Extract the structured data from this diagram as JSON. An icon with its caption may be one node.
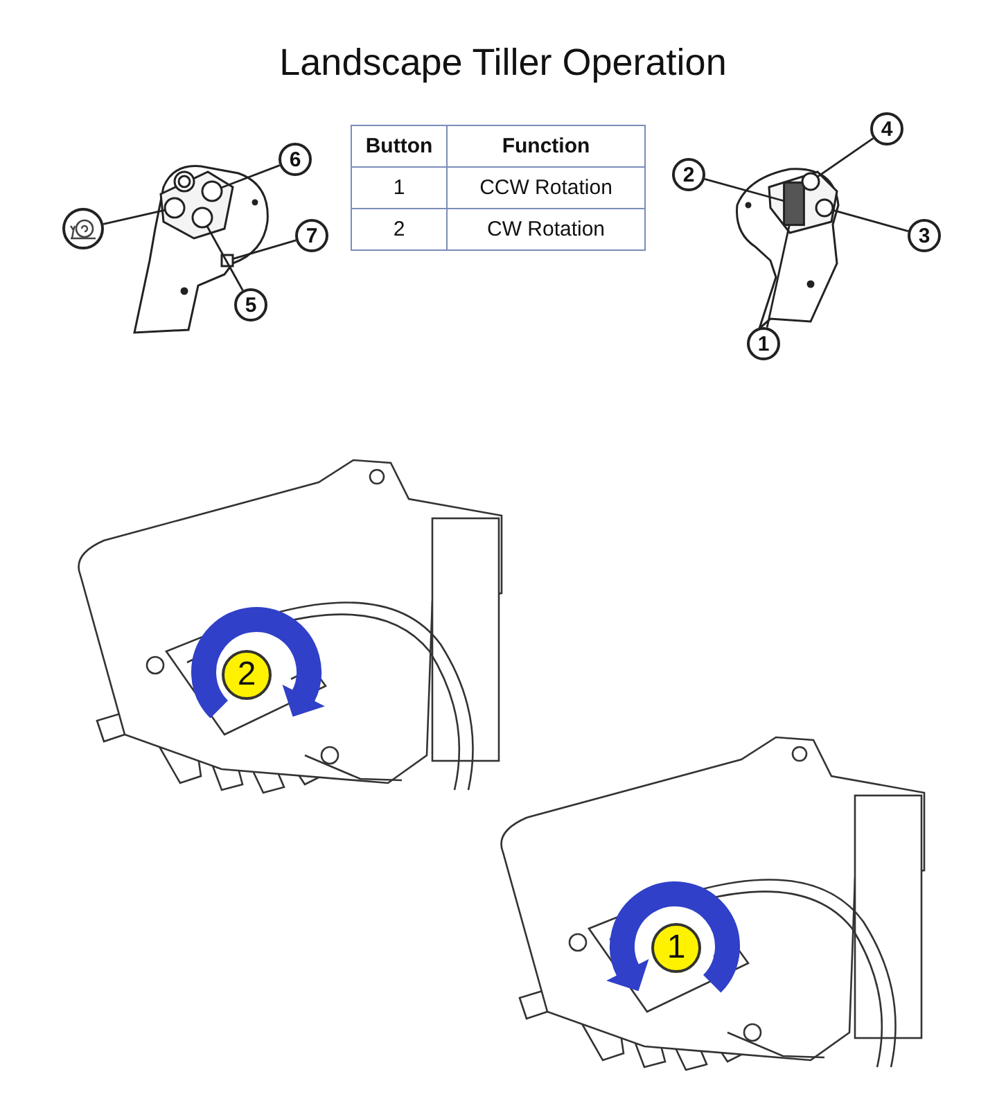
{
  "diagram": {
    "title": "Landscape Tiller Operation",
    "nodes": [
      {
        "text": [
          "6"
        ]
      },
      {
        "text": [],
        "shape": "circle"
      },
      {
        "text": [
          "7"
        ]
      },
      {
        "text": [
          "5"
        ]
      },
      {
        "text": [
          "2"
        ]
      },
      {
        "text": [
          "4"
        ]
      },
      {
        "text": [
          "3"
        ]
      },
      {
        "text": [
          "1"
        ]
      },
      {
        "text": [
          "2"
        ]
      },
      {
        "text": [
          "1"
        ]
      },
      {
        "text": [],
        "shape": "circle"
      },
      {
        "text": [],
        "shape": "circle"
      },
      {
        "text": [],
        "shape": "box"
      },
      {
        "text": [],
        "shape": "circle"
      },
      {
        "text": [],
        "shape": "box"
      },
      {
        "text": [],
        "shape": "circle"
      },
      {
        "text": [],
        "shape": "circle"
      }
    ],
    "edges": [
      {
        "from": 0,
        "to": 10,
        "arrow": "none"
      },
      {
        "from": 1,
        "to": 11,
        "arrow": "none"
      },
      {
        "from": 2,
        "to": 12,
        "arrow": "none"
      },
      {
        "from": 3,
        "to": 13,
        "arrow": "none"
      },
      {
        "from": 4,
        "to": 14,
        "arrow": "none"
      },
      {
        "from": 5,
        "to": 15,
        "arrow": "none"
      },
      {
        "from": 6,
        "to": 16,
        "arrow": "none"
      },
      {
        "from": 7,
        "to": 14,
        "arrow": "none"
      }
    ],
    "labels": [
      "Button",
      "Function",
      "1",
      "CCW Rotation",
      "2",
      "CW Rotation"
    ]
  }
}
